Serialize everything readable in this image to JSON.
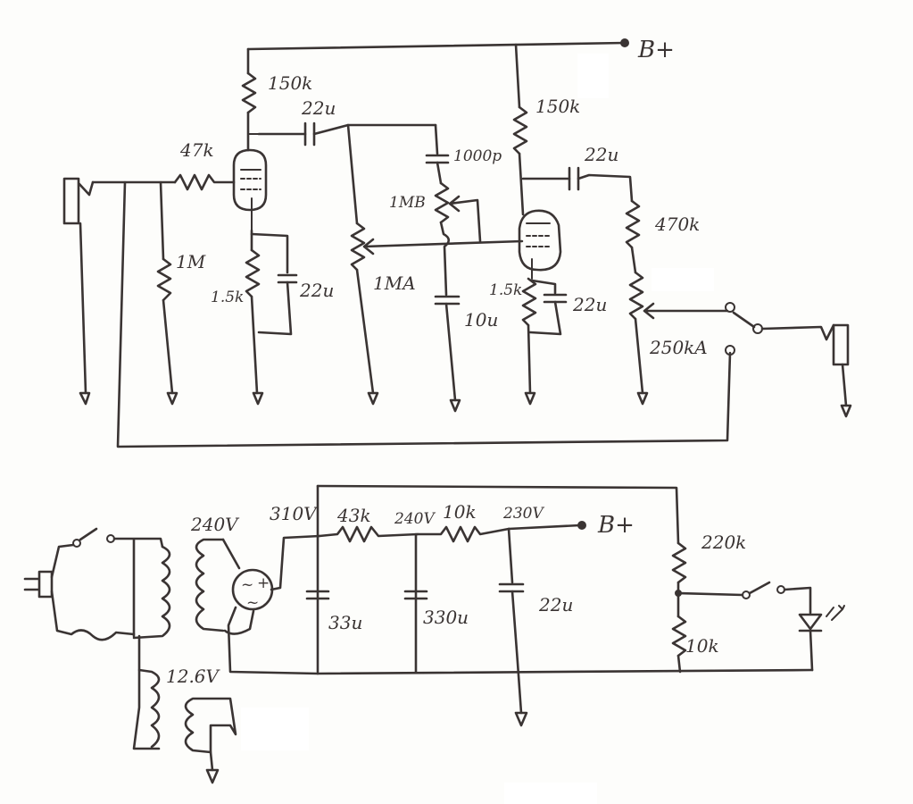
{
  "amp": {
    "rail_label": "B+",
    "r_plate1": "150k",
    "c_couple1": "22u",
    "r_grid_stop": "47k",
    "c_bright": "1000p",
    "pot_treble": "1MB",
    "r_grid_leak": "1M",
    "r_cathode1": "1.5k",
    "c_cathode1": "22u",
    "pot_volume": "1MA",
    "c_tone": "10u",
    "r_plate2": "150k",
    "c_couple2": "22u",
    "r_load": "470k",
    "r_cathode2": "1.5k",
    "c_cathode2": "22u",
    "pot_output": "250kA"
  },
  "psu": {
    "v_secondary": "240V",
    "v_rect": "310V",
    "r_drop1": "43k",
    "v_mid": "240V",
    "r_drop2": "10k",
    "v_out": "230V",
    "rail_label": "B+",
    "c1": "33u",
    "c2": "330u",
    "c3": "22u",
    "r_led_top": "220k",
    "r_led_bot": "10k",
    "v_heater": "12.6V"
  },
  "colors": {
    "ink": "#3a3433",
    "paper": "#fdfdfb"
  }
}
